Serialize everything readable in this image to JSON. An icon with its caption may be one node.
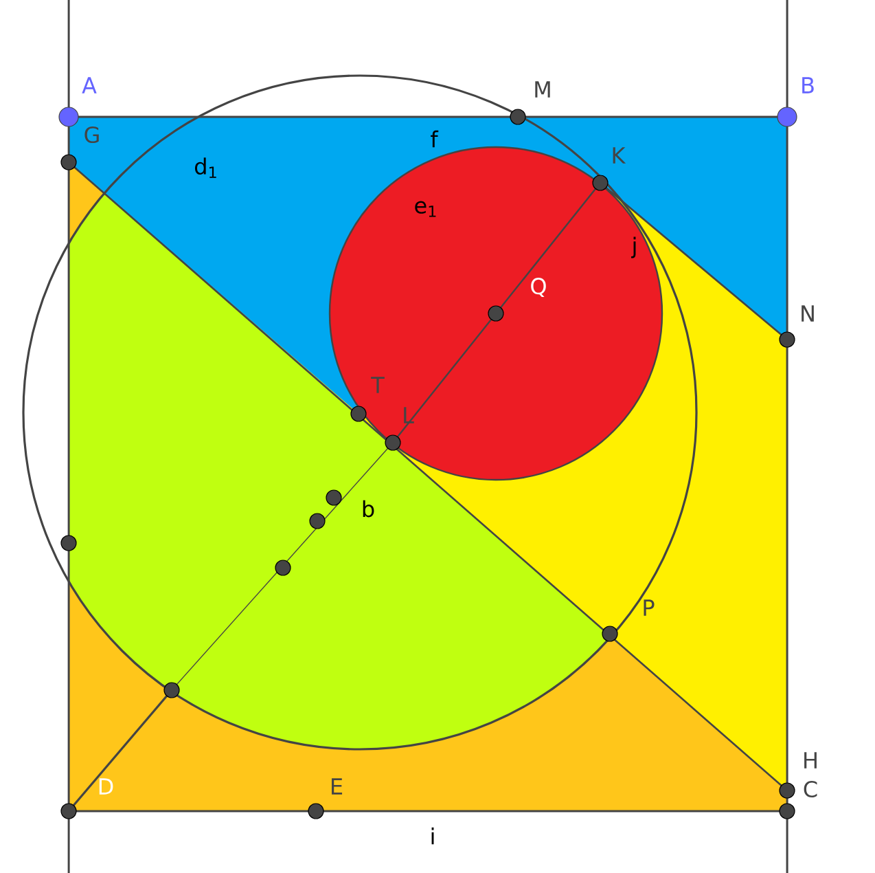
{
  "diagram": {
    "labels": [
      "A",
      "M",
      "B",
      "G",
      "f",
      "d$_{1}$",
      "K",
      "e$_{1}$",
      "j",
      "Q",
      "N",
      "T",
      "L",
      "b",
      "P",
      "D",
      "E",
      "H",
      "C",
      "i"
    ]
  }
}
